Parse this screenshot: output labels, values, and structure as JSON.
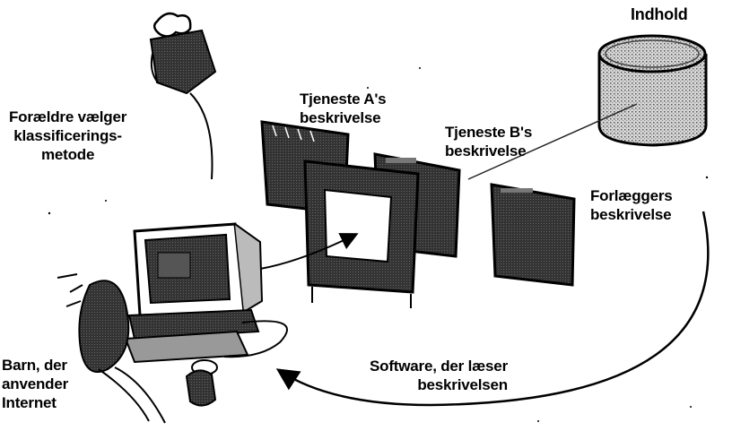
{
  "labels": {
    "content": "Indhold",
    "parents": "Forældre vælger\nklassificerings-\nmetode",
    "service_a": "Tjeneste A's\nbeskrivelse",
    "service_b": "Tjeneste B's\nbeskrivelse",
    "publisher": "Forlæggers\nbeskrivelse",
    "child": "Barn, der\nanvender\nInternet",
    "software": "Software, der læser\nbeskrivelsen"
  },
  "icons": {
    "content_store": "database-cylinder-icon",
    "parent": "parent-figure-icon",
    "computer": "computer-icon",
    "child": "child-figure-icon",
    "documents": "description-document-icon"
  },
  "colors": {
    "ink": "#000000",
    "panel": "#2a2a2a",
    "paper": "#ffffff",
    "grey": "#8a8a8a"
  }
}
